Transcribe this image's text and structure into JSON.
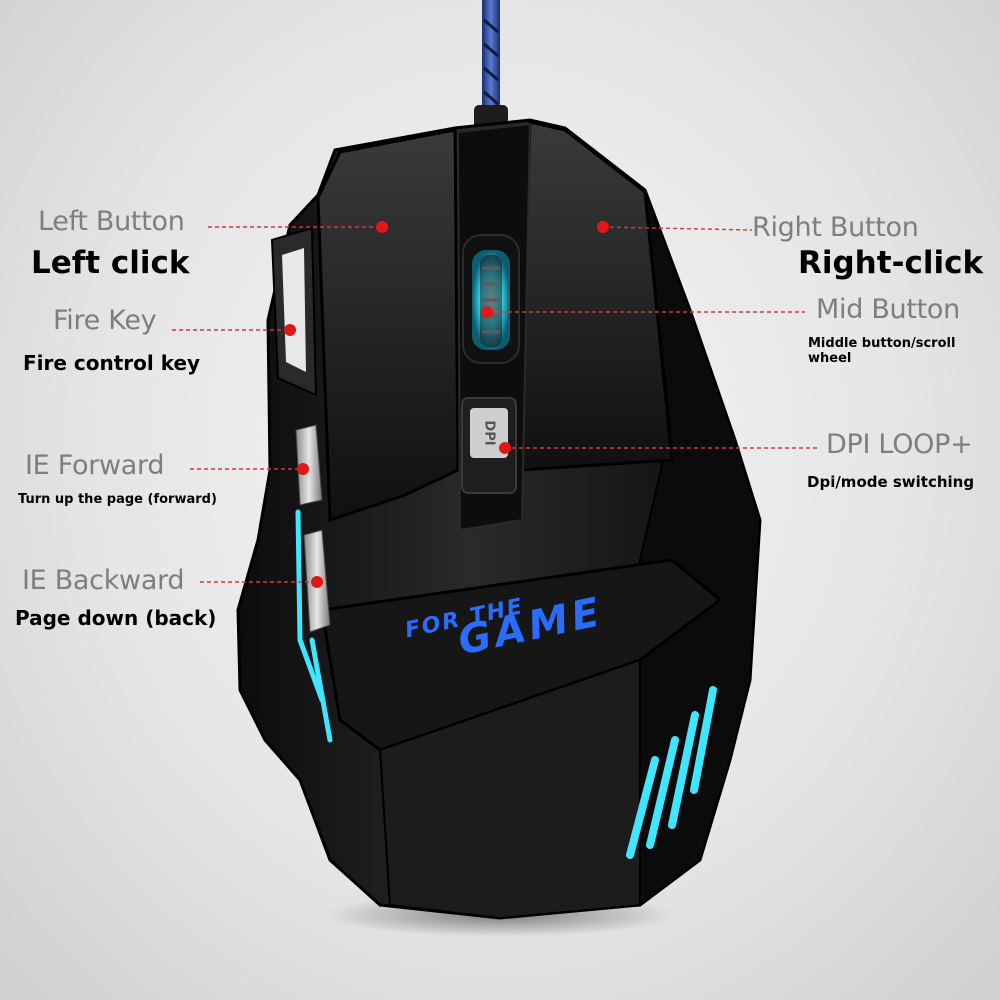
{
  "colors": {
    "accent_glow": "#3ee6ff",
    "marker_red": "#e01818",
    "brand_blue": "#2a6cff",
    "mouse_body": "#141414"
  },
  "brand": {
    "line1": "FOR THE",
    "line2": "GAME"
  },
  "dpi_button_text": "DPI",
  "callouts": {
    "left_button": {
      "name": "Left Button",
      "desc": "Left click"
    },
    "right_button": {
      "name": "Right Button",
      "desc": "Right-click"
    },
    "fire_key": {
      "name": "Fire Key",
      "desc": "Fire control key"
    },
    "mid_button": {
      "name": "Mid Button",
      "desc": "Middle button/scroll wheel"
    },
    "dpi_loop": {
      "name": "DPI LOOP+",
      "desc": "Dpi/mode switching"
    },
    "ie_forward": {
      "name": "IE Forward",
      "desc": "Turn up the page (forward)"
    },
    "ie_backward": {
      "name": "IE Backward",
      "desc": "Page down (back)"
    }
  }
}
